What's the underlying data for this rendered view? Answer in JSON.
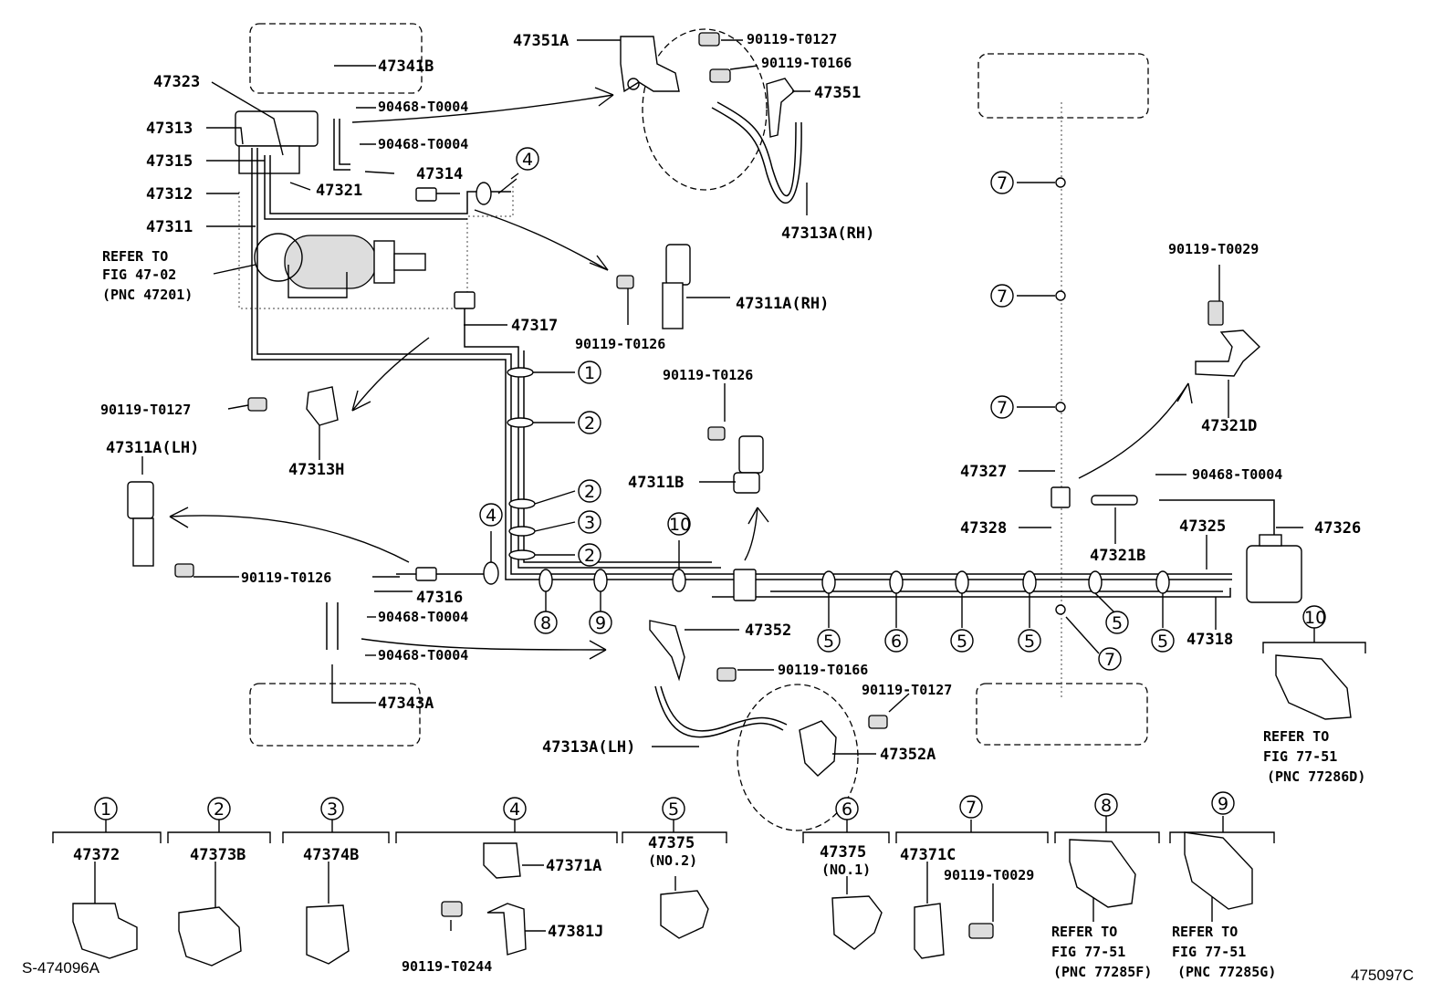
{
  "labels": {
    "p47351A": "47351A",
    "p90119_T0127_a": "90119-T0127",
    "p90119_T0166_a": "90119-T0166",
    "p47351": "47351",
    "p47341B": "47341B",
    "p47323": "47323",
    "p47313": "47313",
    "p47315": "47315",
    "p47312": "47312",
    "p47311": "47311",
    "p90468_T0004_a": "90468-T0004",
    "p90468_T0004_b": "90468-T0004",
    "p47314": "47314",
    "p47321": "47321",
    "p47313A_RH": "47313A(RH)",
    "refer_1a": "REFER TO",
    "refer_1b": "FIG 47-02",
    "refer_1c": "(PNC 47201)",
    "p47311A_RH": "47311A(RH)",
    "p90119_T0126_a": "90119-T0126",
    "p47317": "47317",
    "p90119_T0127_b": "90119-T0127",
    "p47313H": "47313H",
    "p90119_T0126_b": "90119-T0126",
    "p47311B": "47311B",
    "p47311A_LH": "47311A(LH)",
    "p90119_T0126_c": "90119-T0126",
    "p47316": "47316",
    "p90468_T0004_c": "90468-T0004",
    "p90468_T0004_d": "90468-T0004",
    "p47343A": "47343A",
    "p47352": "47352",
    "p90119_T0166_b": "90119-T0166",
    "p90119_T0127_c": "90119-T0127",
    "p47313A_LH": "47313A(LH)",
    "p47352A": "47352A",
    "p90119_T0029_a": "90119-T0029",
    "p47321D": "47321D",
    "p47327": "47327",
    "p90468_T0004_e": "90468-T0004",
    "p47328": "47328",
    "p47321B": "47321B",
    "p47325": "47325",
    "p47326": "47326",
    "p47318": "47318",
    "refer_10a": "REFER TO",
    "refer_10b": "FIG 77-51",
    "refer_10c": "(PNC 77286D)",
    "k47372": "47372",
    "k47373B": "47373B",
    "k47374B": "47374B",
    "k47371A": "47371A",
    "k47381J": "47381J",
    "k90119_T0244": "90119-T0244",
    "k47375_a": "47375",
    "k47375_a_sub": "(NO.2)",
    "k47375_b": "47375",
    "k47375_b_sub": "(NO.1)",
    "k47371C": "47371C",
    "k90119_T0029": "90119-T0029",
    "refer_8a": "REFER TO",
    "refer_8b": "FIG 77-51",
    "refer_8c": "(PNC 77285F)",
    "refer_9a": "REFER TO",
    "refer_9b": "FIG 77-51",
    "refer_9c": "(PNC 77285G)",
    "code_left": "S-474096A",
    "code_right": "475097C"
  },
  "callouts": {
    "c1": "1",
    "c2": "2",
    "c3": "3",
    "c4": "4",
    "c5": "5",
    "c6": "6",
    "c7": "7",
    "c8": "8",
    "c9": "9",
    "c10": "10"
  }
}
